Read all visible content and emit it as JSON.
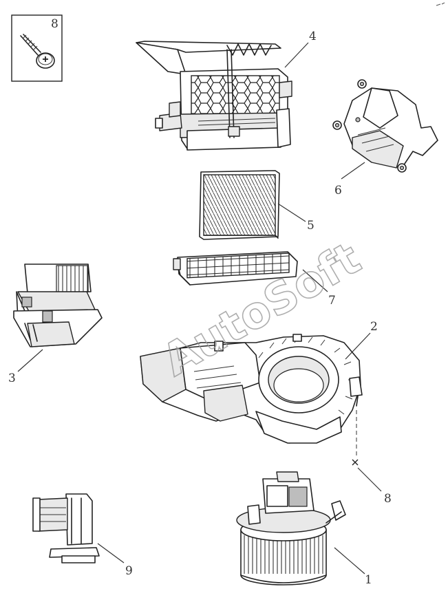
{
  "parts": [
    {
      "id": "p1",
      "label": "1"
    },
    {
      "id": "p2",
      "label": "2"
    },
    {
      "id": "p3",
      "label": "3"
    },
    {
      "id": "p4",
      "label": "4"
    },
    {
      "id": "p5",
      "label": "5"
    },
    {
      "id": "p6",
      "label": "6"
    },
    {
      "id": "p7",
      "label": "7"
    },
    {
      "id": "p8_screw_box",
      "label": "8"
    },
    {
      "id": "p8_screw",
      "label": "8"
    },
    {
      "id": "p9",
      "label": "9"
    }
  ],
  "watermark": "AutoSoft"
}
